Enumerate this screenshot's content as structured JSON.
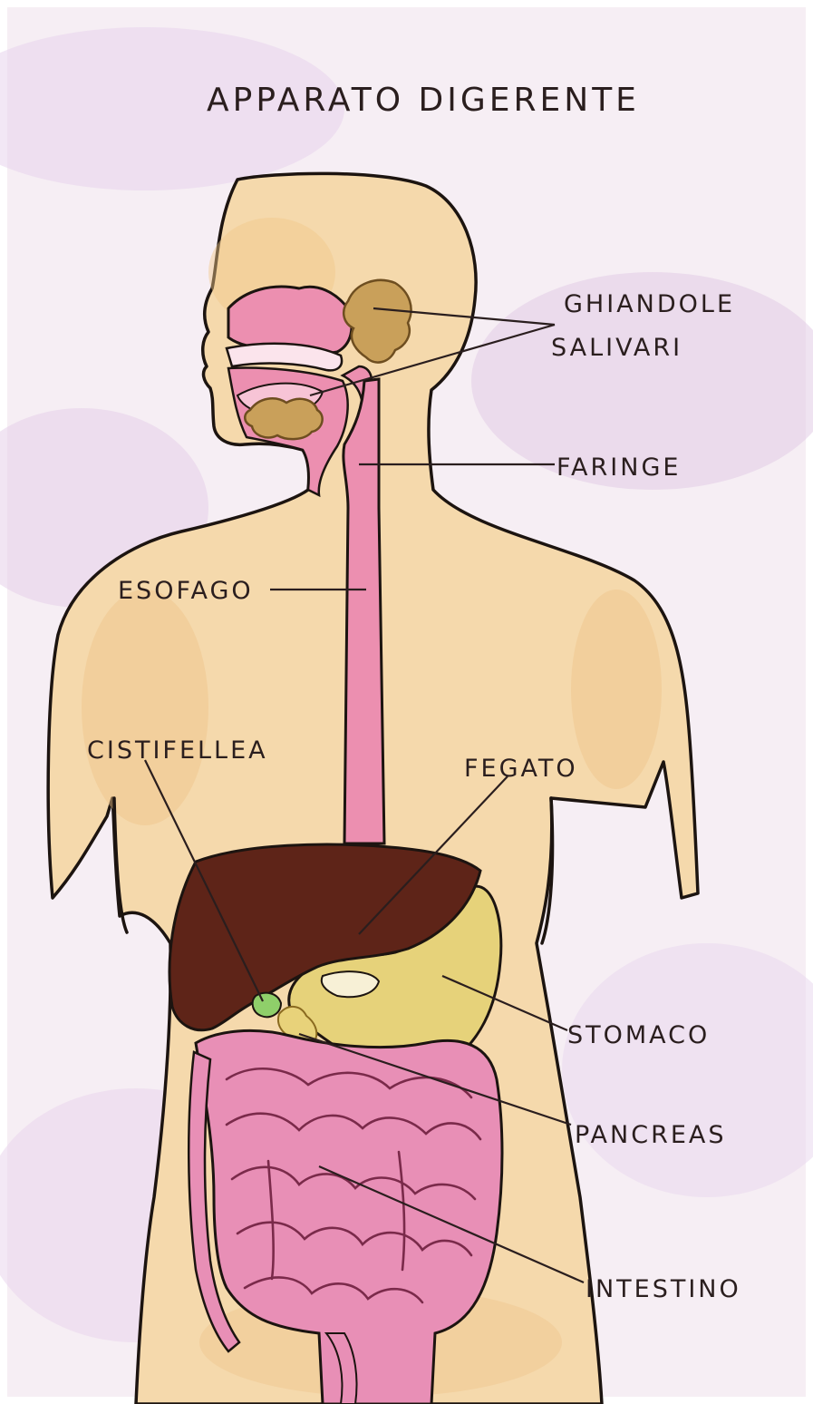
{
  "title": "APPARATO DIGERENTE",
  "labels": {
    "salivary_line1": "GHIANDOLE",
    "salivary_line2": "SALIVARI",
    "pharynx": "FARINGE",
    "esophagus": "ESOFAGO",
    "gallbladder": "CISTIFELLEA",
    "liver": "FEGATO",
    "stomach": "STOMACO",
    "pancreas": "PANCREAS",
    "intestine": "INTESTINO"
  },
  "colors": {
    "paper": "#f6eef4",
    "paper_lilac": "#e4d0e8",
    "skin": "#f5d9ac",
    "skin_shade": "#f0c890",
    "digestive_pink": "#ec8fb0",
    "intestine_pink": "#e88fb6",
    "liver": "#5e2418",
    "stomach": "#e6d27a",
    "gland": "#c9a05a",
    "gallbladder": "#8fcf6a",
    "ink": "#1c1410"
  }
}
